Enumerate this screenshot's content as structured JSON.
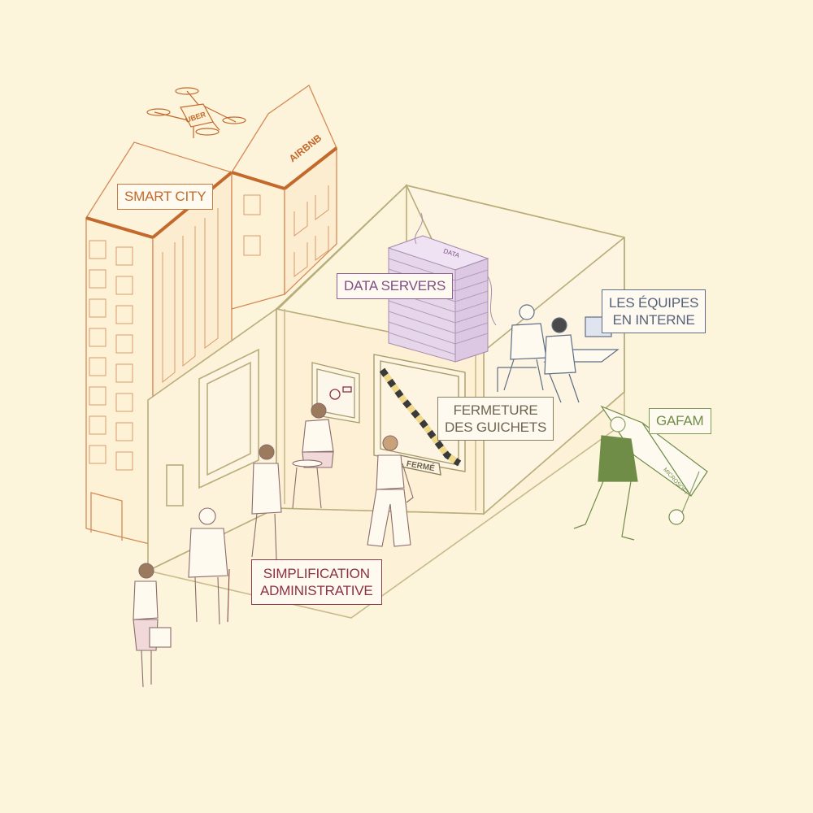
{
  "labels": {
    "smart_city": "SMART CITY",
    "data_servers": "DATA SERVERS",
    "equipes": [
      "LES ÉQUIPES",
      "EN INTERNE"
    ],
    "fermeture": [
      "FERMETURE",
      "DES GUICHETS"
    ],
    "gafam": "GAFAM",
    "simplification": [
      "SIMPLIFICATION",
      "ADMINISTRATIVE"
    ]
  },
  "signage": {
    "airbnb": "AIRBNB",
    "uber": "UBER",
    "data_rack": "DATA",
    "ferme": "FERMÉ",
    "microsoft": "MICROSOFT"
  },
  "colors": {
    "background": "#fdf4dc",
    "smart_city": "#c2692b",
    "data_servers": "#7f4f86",
    "equipes": "#56627a",
    "fermeture": "#6e6550",
    "gafam": "#6f8d47",
    "simplification": "#8c3046",
    "server_fill": "#e6d6ea",
    "building_line": "#d58b56",
    "room_line": "#b9ad7a"
  }
}
